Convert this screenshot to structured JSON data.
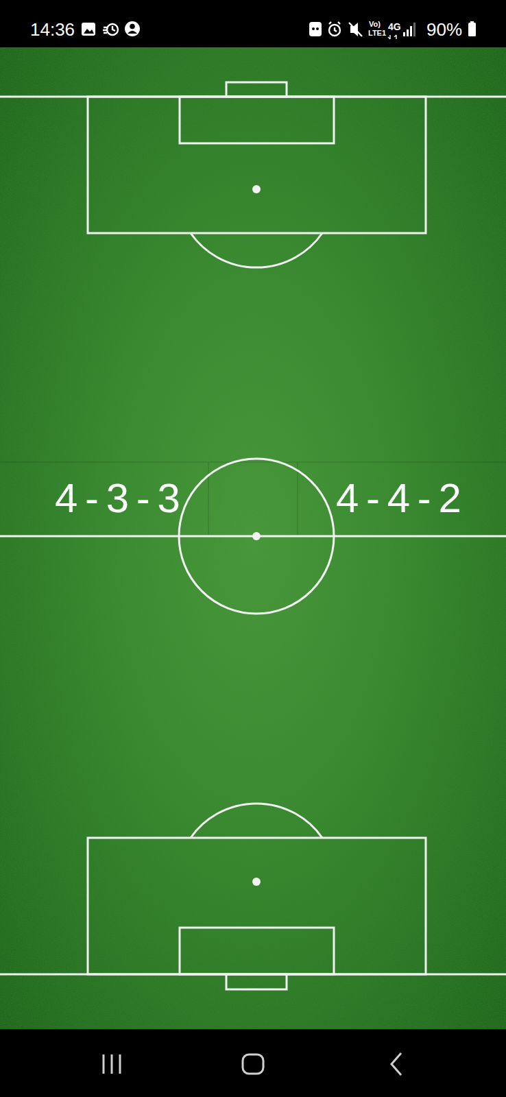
{
  "diagram": {
    "labels": [
      "14:36",
      "Vo)",
      "LTE1",
      "4G",
      "90%",
      "4 - 3 - 3",
      "4 - 4 - 2"
    ]
  }
}
